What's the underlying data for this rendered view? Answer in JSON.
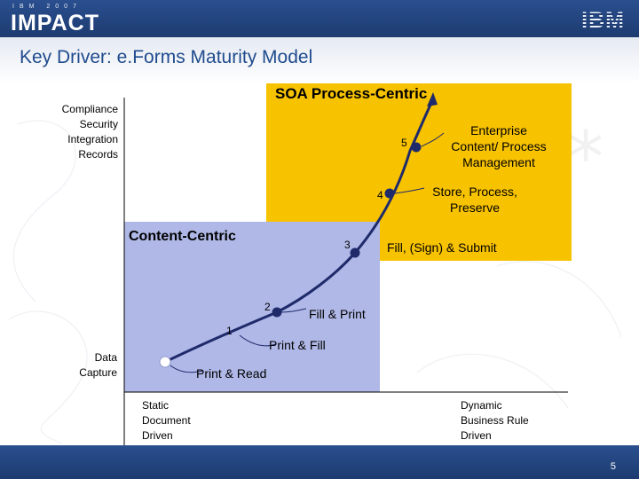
{
  "header": {
    "logo_year": "IBM 2007",
    "logo_text": "IMPACT",
    "ibm_logo": "IBM"
  },
  "slide": {
    "title": "Key Driver: e.Forms Maturity Model",
    "page_number": "5"
  },
  "regions": {
    "soa_title": "SOA Process-Centric",
    "content_title": "Content-Centric"
  },
  "y_axis": {
    "top_label": [
      "Compliance",
      "Security",
      "Integration",
      "Records"
    ],
    "bottom_label": [
      "Data",
      "Capture"
    ]
  },
  "x_axis": {
    "left_label": [
      "Static",
      "Document",
      "Driven"
    ],
    "right_label": [
      "Dynamic",
      "Business Rule",
      "Driven"
    ]
  },
  "stages": [
    {
      "number": "",
      "label": "Print & Read"
    },
    {
      "number": "1",
      "label": "Print & Fill"
    },
    {
      "number": "2",
      "label": "Fill & Print"
    },
    {
      "number": "3",
      "label": "Fill, (Sign) & Submit"
    },
    {
      "number": "4",
      "label": "Store, Process, Preserve"
    },
    {
      "number": "5",
      "label": "Enterprise Content/ Process Management"
    }
  ],
  "stage_label_lines": {
    "store": [
      "Store, Process,",
      "Preserve"
    ],
    "enterprise": [
      "Enterprise",
      "Content/ Process",
      "Management"
    ]
  },
  "colors": {
    "soa_region": "#f7c200",
    "content_region": "#afb8e6",
    "curve": "#1f2a6b",
    "header": "#1d3b70",
    "title": "#1f4b8e"
  }
}
